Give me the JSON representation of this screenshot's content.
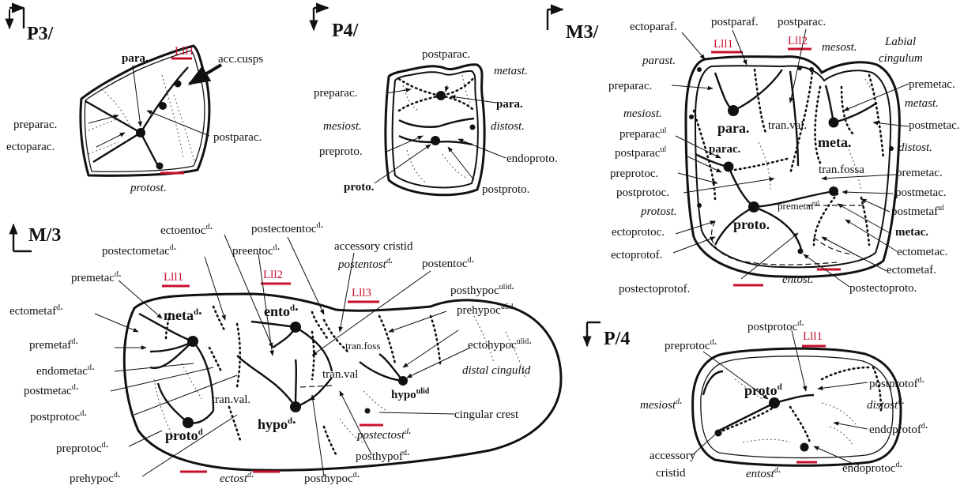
{
  "panels": {
    "p3": {
      "title": "P3/",
      "labels": {
        "para": "para.",
        "lll1": "Lll1",
        "acc_cusps": "acc.cusps",
        "preparac": "preparac.",
        "ectoparac": "ectoparac.",
        "postparac": "postparac.",
        "protost": "protost."
      }
    },
    "p4": {
      "title": "P4/",
      "labels": {
        "postparac": "postparac.",
        "metast": "metast.",
        "preparac": "preparac.",
        "para": "para.",
        "mesiost": "mesiost.",
        "distost": "distost.",
        "preproto": "preproto.",
        "endoproto": "endoproto.",
        "proto": "proto.",
        "postproto": "postproto."
      }
    },
    "m3": {
      "title": "M3/",
      "labels": {
        "ectoparaf": "ectoparaf.",
        "postparaf": "postparaf.",
        "postparac": "postparac.",
        "lll1": "Lll1",
        "lll2": "Lll2",
        "parast": "parast.",
        "mesost": "mesost.",
        "labial_cingulum_1": "Labial",
        "labial_cingulum_2": "cingulum",
        "preparac": "preparac.",
        "premetac": "premetac.",
        "metast": "metast.",
        "mesiost": "mesiost.",
        "para": "para.",
        "tran_val": "tran.val.",
        "postmetac": "postmetac.",
        "preparac_ul": "preparac",
        "preparac_ul_sup": "ul",
        "postparac_ul": "postparac",
        "postparac_ul_sup": "ul",
        "meta": "meta.",
        "distost": "distost.",
        "parac": "parac.",
        "tran_fossa": "tran.fossa",
        "preprotoc": "preprotoc.",
        "premetac2": "premetac.",
        "postprotoc": "postprotoc.",
        "postmetac2": "postmetac.",
        "premetaf": "premetaf",
        "premetaf_sup": "ul",
        "protost": "protost.",
        "postmetaf": "postmetaf",
        "postmetaf_sup": "ul",
        "proto": "proto.",
        "ectoprotoc": "ectoprotoc.",
        "metac": "metac.",
        "ectometac": "ectometac.",
        "ectoprotof": "ectoprotof.",
        "ectometaf": "ectometaf.",
        "entost": "entost.",
        "postectoprotof": "postectoprotof.",
        "postectoproto": "postectoproto."
      }
    },
    "m_3": {
      "title": "M/3",
      "labels": {
        "ectoentoc": "ectoentoc",
        "ectoentoc_sup": "d",
        "postectoentoc": "postectoentoc",
        "postectoentoc_sup": "d",
        "postectometac": "postectometac",
        "postectometac_sup": "d",
        "preentoc": "preentoc",
        "preentoc_sup": "d",
        "accessory_cristid": "accessory cristid",
        "postentost": "postentost",
        "postentost_sup": "d",
        "postentoc": "postentoc",
        "postentoc_sup": "d",
        "premetac": "premetac",
        "premetac_sup": "d",
        "lll1": "Lll1",
        "lll2": "Lll2",
        "lll3": "Lll3",
        "posthypoc_ulid": "posthypoc",
        "posthypoc_ulid_sup": "ulid",
        "ectometaf": "ectometaf",
        "ectometaf_sup": "d",
        "meta": "meta",
        "meta_sup": "d",
        "ento": "ento",
        "ento_sup": "d",
        "prehypoc_ulid": "prehypoc",
        "prehypoc_ulid_sup": "ulid",
        "premetaf": "premetaf",
        "premetaf_sup": "d",
        "tran_foss": "tran.foss",
        "ectohypoc_ulid": "ectohypoc",
        "ectohypoc_ulid_sup": "ulid",
        "endometac": "endometac",
        "endometac_sup": "d",
        "tran_val_1": "tran.val",
        "distal_cingulid": "distal cingulid",
        "postmetac": "postmetac",
        "postmetac_sup": "d",
        "hypo_ulid": "hypo",
        "hypo_ulid_sup": "ulid",
        "tran_val_2": "tran.val.",
        "postprotoc": "postprotoc",
        "postprotoc_sup": "d",
        "cingular_crest": "cingular crest",
        "hypo": "hypo",
        "hypo_sup": "d",
        "proto": "proto",
        "proto_sup": "d",
        "postectost": "postectost",
        "postectost_sup": "d",
        "preprotoc": "preprotoc",
        "preprotoc_sup": "d",
        "posthypof": "posthypof",
        "posthypof_sup": "d",
        "prehypoc": "prehypoc",
        "prehypoc_sup": "d",
        "ectost": "ectost",
        "ectost_sup": "d",
        "posthypoc": "posthypoc",
        "posthypoc_sup": "d"
      }
    },
    "p_4": {
      "title": "P/4",
      "labels": {
        "postprotoc": "postprotoc",
        "postprotoc_sup": "d",
        "lll1": "Lll1",
        "preprotoc": "preprotoc",
        "preprotoc_sup": "d",
        "postprotof": "postprotof",
        "postprotof_sup": "d",
        "proto": "proto",
        "proto_sup": "d",
        "mesiost": "mesiost",
        "mesiost_sup": "d",
        "distost": "distost",
        "distost_sup": "d",
        "endoprotof": "endoprotof",
        "endoprotof_sup": "d",
        "accessory_1": "accessory",
        "accessory_2": "cristid",
        "entost": "entost",
        "entost_sup": "d",
        "endoprotoc": "endoprotoc",
        "endoprotoc_sup": "d"
      }
    }
  }
}
